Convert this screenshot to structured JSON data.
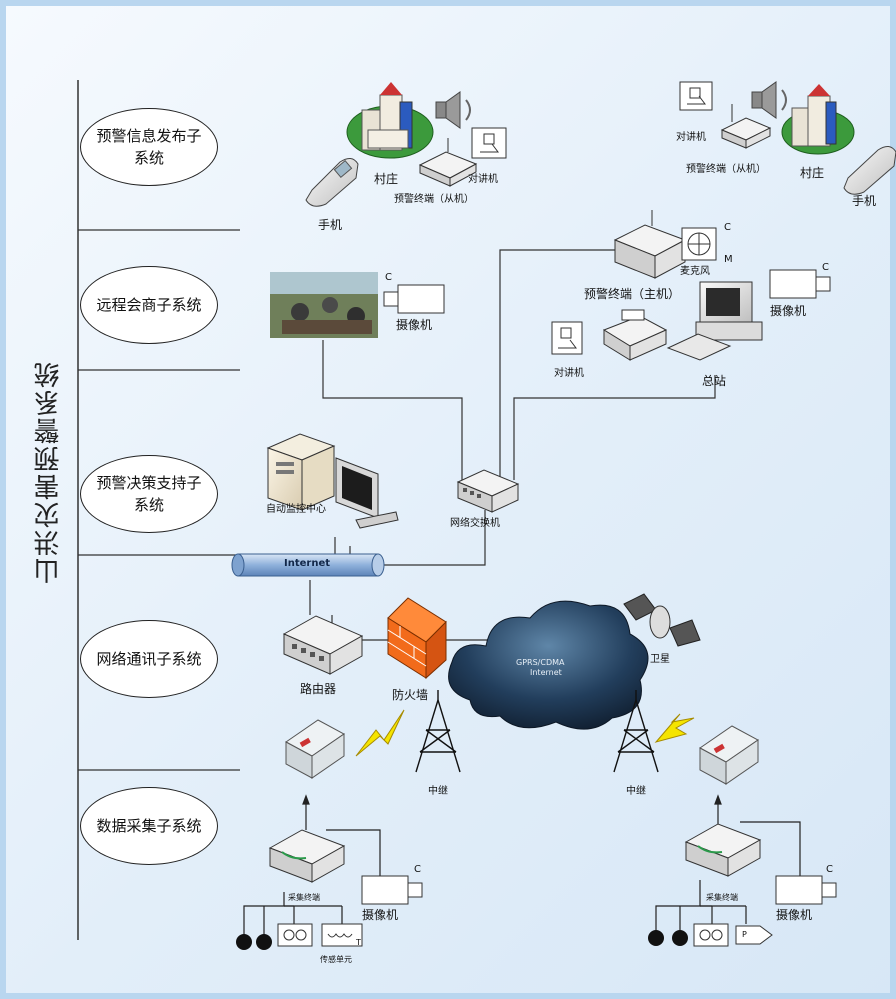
{
  "title": "山洪灾害预警系统",
  "subsystems": [
    {
      "line1": "预警信息发布子",
      "line2": "系统"
    },
    {
      "line1": "远程会商子系统",
      "line2": ""
    },
    {
      "line1": "预警决策支持子",
      "line2": "系统"
    },
    {
      "line1": "网络通讯子系统",
      "line2": ""
    },
    {
      "line1": "数据采集子系统",
      "line2": ""
    }
  ],
  "labels": {
    "mobile": "手机",
    "village": "村庄",
    "walkie": "对讲机",
    "slave_terminal": "预警终端（从机）",
    "master_terminal": "预警终端（主机）",
    "camera": "摄像机",
    "microphone": "麦克风",
    "station": "总站",
    "auto_center": "自动监控中心",
    "switch": "网络交换机",
    "internet": "Internet",
    "router": "路由器",
    "firewall": "防火墙",
    "cloud_line1": "GPRS/CDMA",
    "cloud_line2": "Internet",
    "satellite": "卫星",
    "relay": "中继",
    "collector": "采集终端",
    "sensor_unit": "传感单元",
    "c": "C",
    "m": "M",
    "p": "P"
  }
}
